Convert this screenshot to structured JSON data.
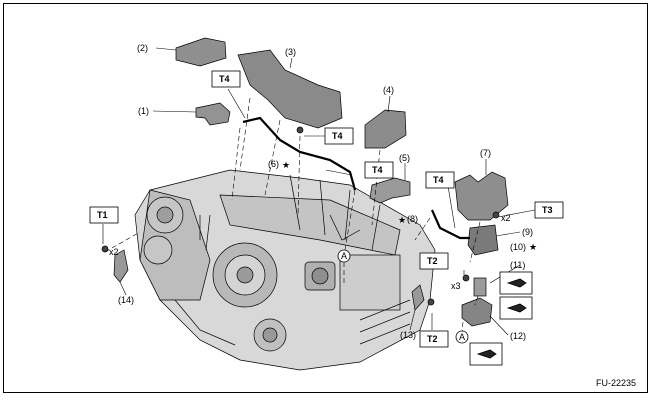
{
  "figure_code": "FU-22235",
  "parts": {
    "p1": "(1)",
    "p2": "(2)",
    "p3": "(3)",
    "p4": "(4)",
    "p5": "(5)",
    "p6": "(6)",
    "p7": "(7)",
    "p8": "(8)",
    "p9": "(9)",
    "p10": "(10)",
    "p11": "(11)",
    "p12": "(12)",
    "p13": "(13)",
    "p14": "(14)"
  },
  "torque": {
    "t1": "T1",
    "t2a": "T2",
    "t2b": "T2",
    "t3": "T3",
    "t4a": "T4",
    "t4b": "T4",
    "t4c": "T4",
    "t4d": "T4"
  },
  "qty": {
    "x2a": "x2",
    "x2b": "x2",
    "x3": "x3"
  },
  "ref": {
    "a1": "A",
    "a2": "A"
  },
  "colors": {
    "line": "#000000",
    "part_fill": "#9a9a9a",
    "part_dark": "#6e6e6e",
    "engine_fill": "#cfcfcf"
  }
}
